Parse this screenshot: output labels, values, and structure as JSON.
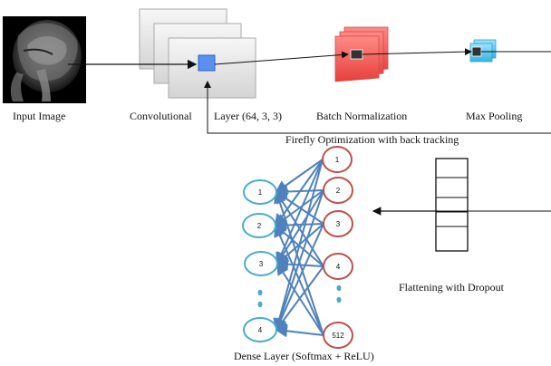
{
  "labels": {
    "input_image": "Input Image",
    "convolutional": "Convolutional",
    "layer_params": "Layer (64, 3, 3)",
    "batch_norm": "Batch Normalization",
    "max_pooling": "Max Pooling",
    "firefly": "Firefly Optimization with back tracking",
    "flattening": "Flattening with Dropout",
    "dense": "Dense Layer (Softmax + ReLU)"
  },
  "output_nodes": [
    "1",
    "2",
    "3",
    "4"
  ],
  "input_nodes": [
    "1",
    "2",
    "3",
    "4",
    "512"
  ],
  "colors": {
    "output_node": "#4bacc6",
    "input_node": "#c0504d",
    "connection": "#4f81bd",
    "batch_norm": "#f25f5c",
    "pooling": "#4fc3e8",
    "conv_center": "#5b8ff0"
  }
}
